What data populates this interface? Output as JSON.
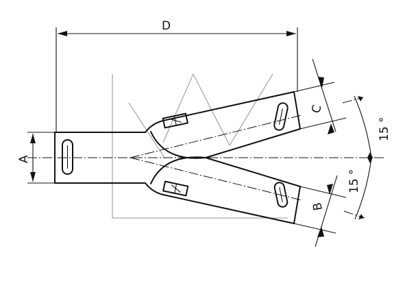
{
  "dimensions": {
    "overall_length": "D",
    "inlet_width": "A",
    "lower_branch_width": "B",
    "upper_branch_width": "C"
  },
  "angles": {
    "lower_branch": "15 °",
    "upper_branch": "15 °"
  }
}
